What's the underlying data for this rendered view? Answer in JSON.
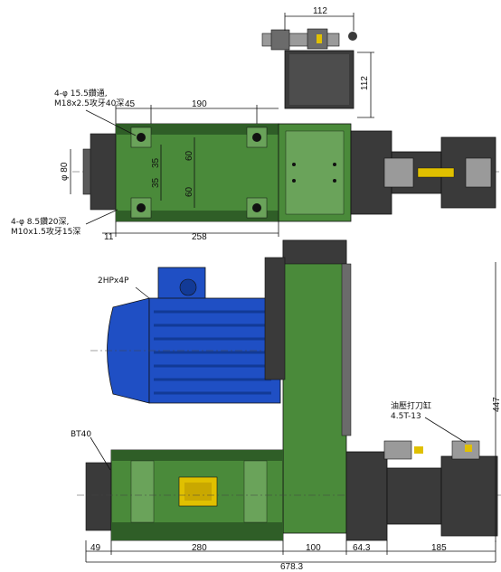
{
  "dimensions": {
    "top_width": "112",
    "top_height": "112",
    "d45": "45",
    "d190": "190",
    "d60a": "60",
    "d60b": "60",
    "d35a": "35",
    "d35b": "35",
    "phi80": "φ 80",
    "d11": "11",
    "d258": "258",
    "b49": "49",
    "b280": "280",
    "b100": "100",
    "b643": "64.3",
    "b185": "185",
    "b6783": "678.3",
    "h447": "447"
  },
  "labels": {
    "hole1_line1": "4-φ 15.5鑽通,",
    "hole1_line2": "M18x2.5攻牙40深",
    "hole2_line1": "4-φ 8.5鑽20深,",
    "hole2_line2": "M10x1.5攻牙15深",
    "motor": "2HPx4P",
    "spindle": "BT40",
    "cylinder_line1": "油壓打刀缸",
    "cylinder_line2": "4.5T-13"
  },
  "colors": {
    "green": "#4a8a3a",
    "green_dark": "#2f5e27",
    "green_light": "#6aa35a",
    "blue": "#1f4fc4",
    "blue_dark": "#123a96",
    "gray_dark": "#3a3a3a",
    "gray": "#6b6b6b",
    "gray_light": "#9a9a9a",
    "yellow": "#e0c000"
  }
}
